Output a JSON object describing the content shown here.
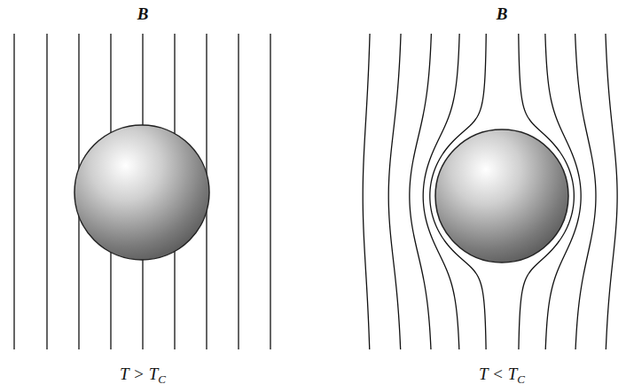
{
  "diagram": {
    "labels": [
      "B",
      "B",
      "T > TC",
      "T < TC"
    ]
  }
}
